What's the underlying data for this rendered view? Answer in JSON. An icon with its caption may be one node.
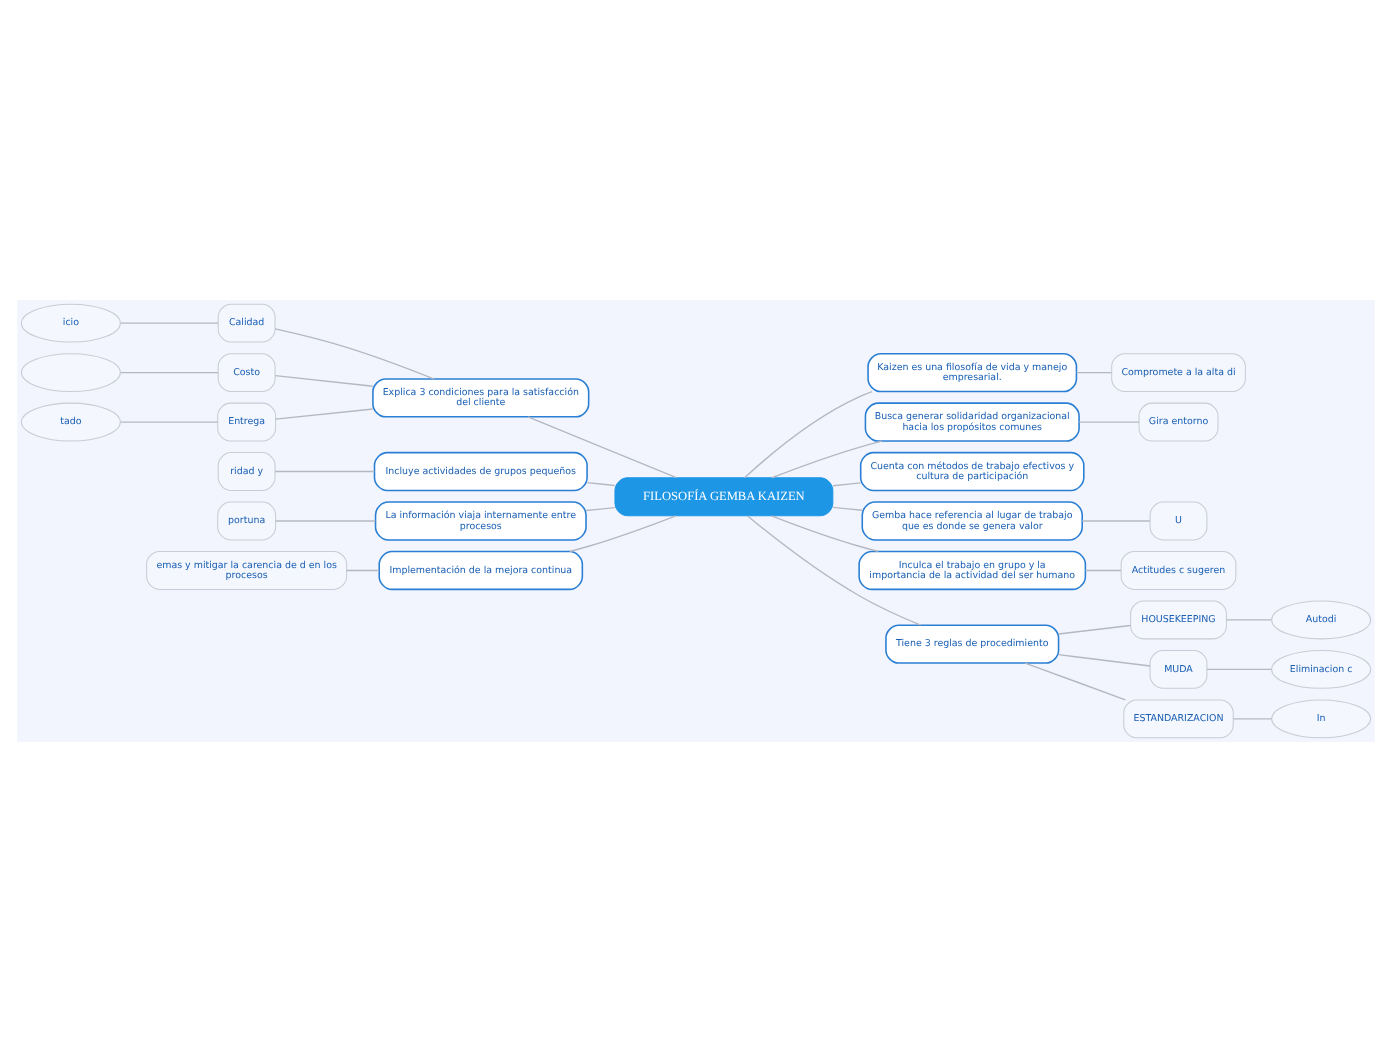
{
  "diagram": {
    "nodes": [
      {
        "text": [
          "FILOSOFÍA GEMBA KAIZEN"
        ]
      },
      {
        "text": [
          "Explica 3 condiciones para la satisfacción del cliente"
        ]
      },
      {
        "text": [
          "Calidad"
        ]
      },
      {
        "text": [
          "icio"
        ]
      },
      {
        "text": [
          "Costo"
        ]
      },
      {
        "text": [],
        "shape": "ellipse"
      },
      {
        "text": [
          "Entrega"
        ]
      },
      {
        "text": [
          "tado"
        ]
      },
      {
        "text": [
          "Incluye actividades de grupos pequeños"
        ]
      },
      {
        "text": [
          "ridad y"
        ]
      },
      {
        "text": [
          "La información viaja internamente entre procesos"
        ]
      },
      {
        "text": [
          "portuna"
        ]
      },
      {
        "text": [
          "Implementación de la mejora continua"
        ]
      },
      {
        "text": [
          "emas y mitigar la carencia de d en los procesos"
        ]
      },
      {
        "text": [
          "Kaizen es una filosofía de vida y manejo empresarial."
        ]
      },
      {
        "text": [
          "Compromete a la alta di"
        ]
      },
      {
        "text": [
          "Busca generar solidaridad organizacional hacia los propósitos comunes"
        ]
      },
      {
        "text": [
          "Gira entorno"
        ]
      },
      {
        "text": [
          "Cuenta con métodos de trabajo efectivos y cultura de participación"
        ]
      },
      {
        "text": [
          "Gemba hace referencia al lugar de trabajo que es donde se genera valor"
        ]
      },
      {
        "text": [
          "U"
        ]
      },
      {
        "text": [
          "Inculca el trabajo en grupo y la importancia de la actividad del ser humano"
        ]
      },
      {
        "text": [
          "Actitudes c sugeren"
        ]
      },
      {
        "text": [
          "Tiene 3 reglas de procedimiento"
        ]
      },
      {
        "text": [
          "HOUSEKEEPING"
        ]
      },
      {
        "text": [
          "Autodi"
        ]
      },
      {
        "text": [
          "MUDA"
        ]
      },
      {
        "text": [
          "Eliminacion c"
        ]
      },
      {
        "text": [
          "ESTANDARIZACION"
        ]
      },
      {
        "text": [
          "In"
        ]
      }
    ],
    "edges": [
      {
        "from": 0,
        "to": 1,
        "arrow": "none"
      },
      {
        "from": 1,
        "to": 2,
        "arrow": "none"
      },
      {
        "from": 2,
        "to": 3,
        "arrow": "none"
      },
      {
        "from": 1,
        "to": 4,
        "arrow": "none"
      },
      {
        "from": 4,
        "to": 5,
        "arrow": "none"
      },
      {
        "from": 1,
        "to": 6,
        "arrow": "none"
      },
      {
        "from": 6,
        "to": 7,
        "arrow": "none"
      },
      {
        "from": 0,
        "to": 8,
        "arrow": "none"
      },
      {
        "from": 8,
        "to": 9,
        "arrow": "none"
      },
      {
        "from": 0,
        "to": 10,
        "arrow": "none"
      },
      {
        "from": 10,
        "to": 11,
        "arrow": "none"
      },
      {
        "from": 0,
        "to": 12,
        "arrow": "none"
      },
      {
        "from": 12,
        "to": 13,
        "arrow": "none"
      },
      {
        "from": 0,
        "to": 14,
        "arrow": "none"
      },
      {
        "from": 14,
        "to": 15,
        "arrow": "none"
      },
      {
        "from": 0,
        "to": 16,
        "arrow": "none"
      },
      {
        "from": 16,
        "to": 17,
        "arrow": "none"
      },
      {
        "from": 0,
        "to": 18,
        "arrow": "none"
      },
      {
        "from": 0,
        "to": 19,
        "arrow": "none"
      },
      {
        "from": 19,
        "to": 20,
        "arrow": "none"
      },
      {
        "from": 0,
        "to": 21,
        "arrow": "none"
      },
      {
        "from": 21,
        "to": 22,
        "arrow": "none"
      },
      {
        "from": 0,
        "to": 23,
        "arrow": "none"
      },
      {
        "from": 23,
        "to": 24,
        "arrow": "none"
      },
      {
        "from": 24,
        "to": 25,
        "arrow": "none"
      },
      {
        "from": 23,
        "to": 26,
        "arrow": "none"
      },
      {
        "from": 26,
        "to": 27,
        "arrow": "none"
      },
      {
        "from": 23,
        "to": 28,
        "arrow": "none"
      },
      {
        "from": 28,
        "to": 29,
        "arrow": "none"
      }
    ]
  }
}
